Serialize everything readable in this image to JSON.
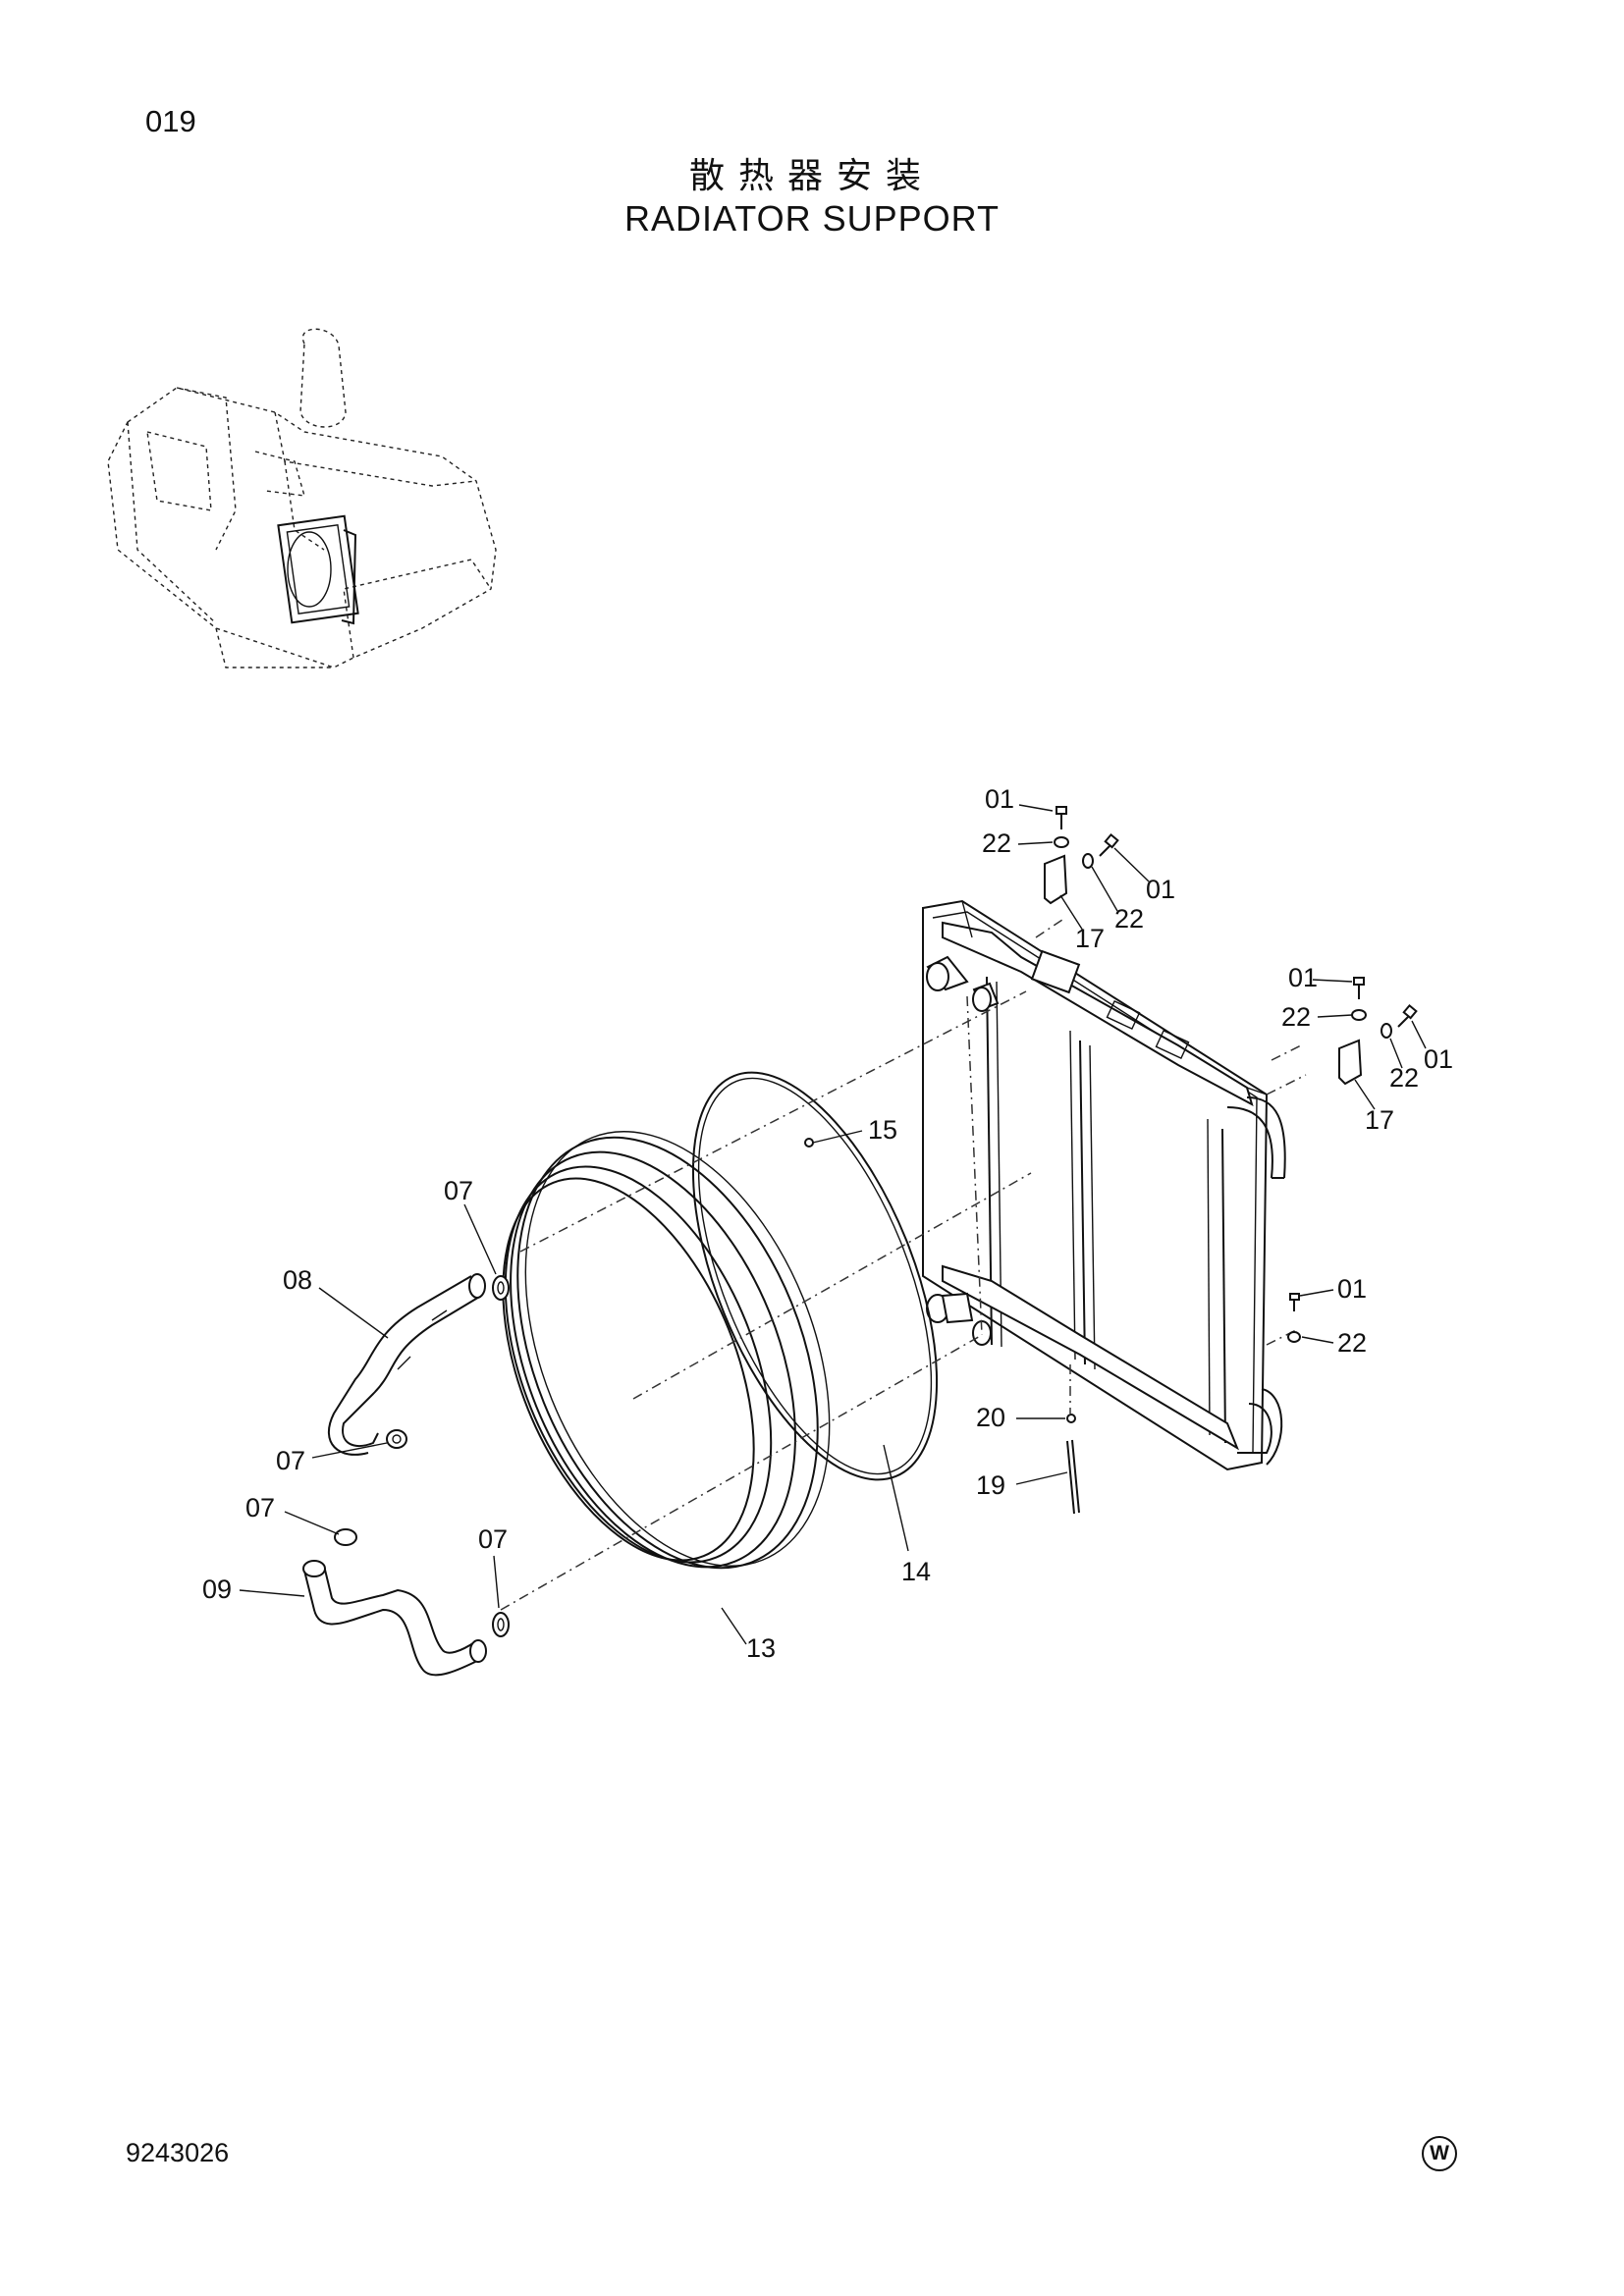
{
  "page": {
    "number": "019",
    "title_cn": "散热器安装",
    "title_en": "RADIATOR SUPPORT",
    "document_number": "9243026",
    "mark": "W"
  },
  "callouts": {
    "c01a": "01",
    "c22a": "22",
    "c01b": "01",
    "c22b": "22",
    "c17a": "17",
    "c01c": "01",
    "c22c": "22",
    "c22d": "22",
    "c01d": "01",
    "c17b": "17",
    "c15": "15",
    "c01e": "01",
    "c22e": "22",
    "c07a": "07",
    "c08": "08",
    "c20": "20",
    "c19": "19",
    "c07b": "07",
    "c07c": "07",
    "c07d": "07",
    "c09": "09",
    "c13": "13",
    "c14": "14"
  }
}
